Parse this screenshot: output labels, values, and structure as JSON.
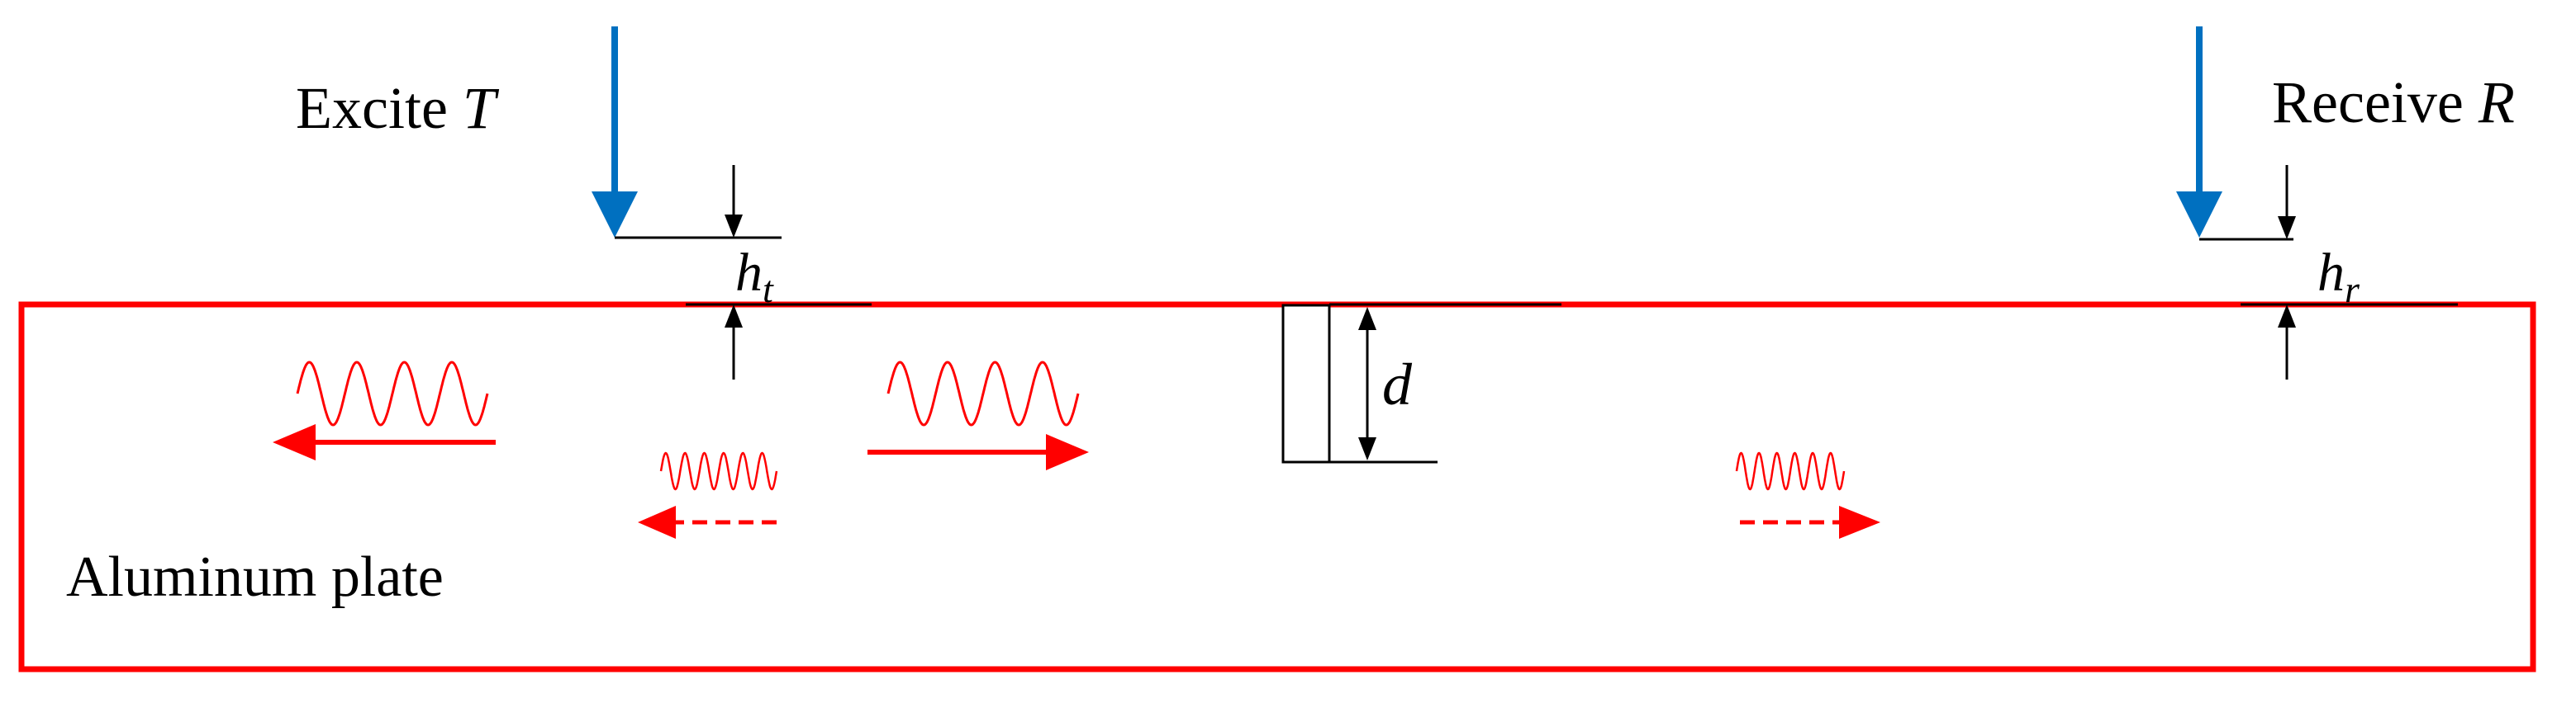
{
  "labels": {
    "excite_prefix": "Excite ",
    "excite_symbol": "T",
    "receive_prefix": "Receive ",
    "receive_symbol": "R",
    "plate": "Aluminum plate",
    "ht_base": "h",
    "ht_sub": "t",
    "hr_base": "h",
    "hr_sub": "r",
    "depth": "d"
  },
  "colors": {
    "plate": "#ff0000",
    "transducer": "#0070c0",
    "wave": "#ff0000",
    "dimension": "#000000"
  },
  "icons": {
    "excite": "down-arrow-icon",
    "receive": "down-arrow-icon",
    "incident_wave": "right-arrow-icon",
    "reflected_wave": "left-arrow-icon",
    "transmitted_wave": "right-arrow-icon"
  }
}
